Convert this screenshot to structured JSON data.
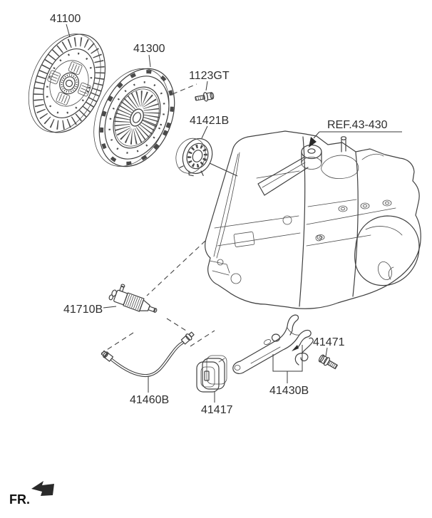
{
  "diagram": {
    "callouts": [
      {
        "text": "41100"
      },
      {
        "text": "41300"
      },
      {
        "text": "1123GT"
      },
      {
        "text": "41421B"
      },
      {
        "text": "REF.43-430"
      },
      {
        "text": "41710B"
      },
      {
        "text": "41460B"
      },
      {
        "text": "41417"
      },
      {
        "text": "41430B"
      },
      {
        "text": "41471"
      }
    ],
    "front_marker": {
      "text": "FR."
    }
  },
  "colors": {
    "background": "#ffffff",
    "line": "#404040",
    "text": "#2e2e2e"
  }
}
